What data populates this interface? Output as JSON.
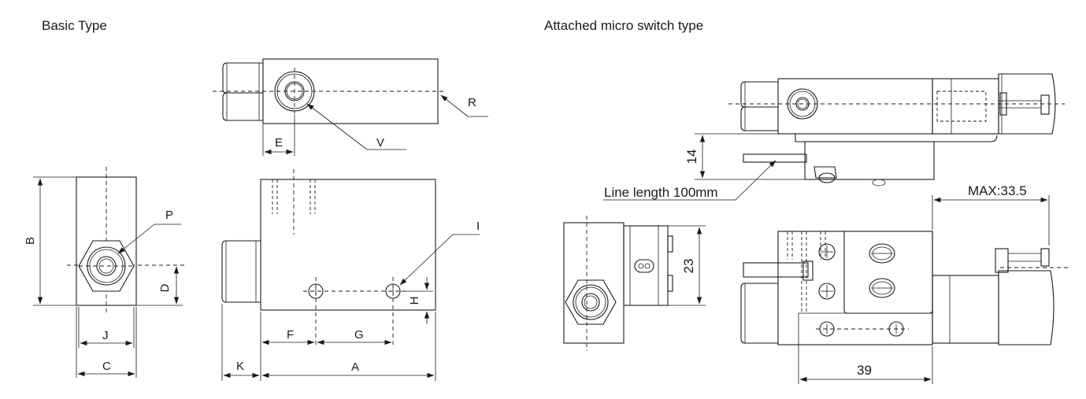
{
  "headings": {
    "basic_type": "Basic Type",
    "micro_switch_type": "Attached micro switch type"
  },
  "basic_labels": {
    "R": "R",
    "V": "V",
    "E": "E",
    "B": "B",
    "P": "P",
    "D": "D",
    "J": "J",
    "C": "C",
    "I": "I",
    "H": "H",
    "F": "F",
    "G": "G",
    "K": "K",
    "A": "A"
  },
  "switch_labels": {
    "dim_14": "14",
    "line_length": "Line length 100mm",
    "max": "MAX:33.5",
    "dim_23": "23",
    "dim_39": "39"
  }
}
